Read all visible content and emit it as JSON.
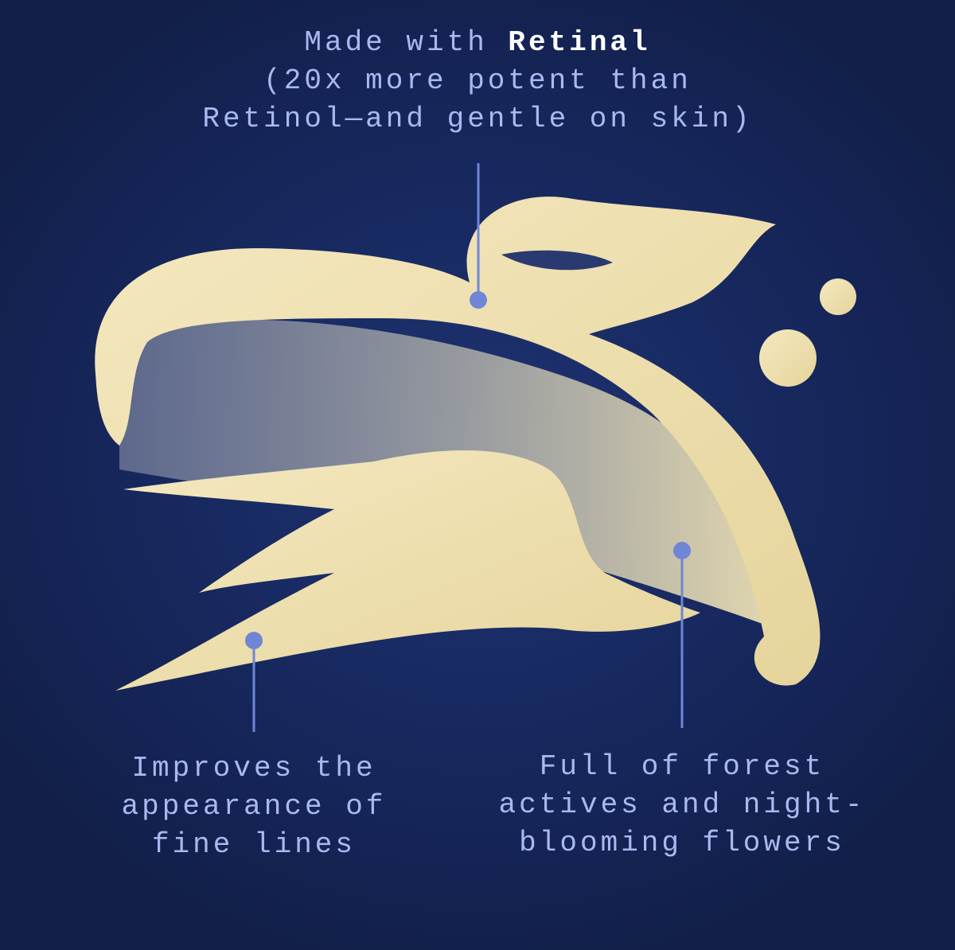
{
  "top_callout": {
    "line1_prefix": "Made with",
    "line1_bold": "Retinal",
    "line2": "(20x more potent than",
    "line3": "Retinol—and gentle on skin)"
  },
  "left_callout": {
    "line1": "Improves the",
    "line2": "appearance of",
    "line3": "fine lines"
  },
  "right_callout": {
    "line1": "Full of forest",
    "line2": "actives and night-",
    "line3": "blooming flowers"
  },
  "colors": {
    "background": "#17285e",
    "text": "#a9b8f0",
    "accent": "#6f86d6",
    "cream": "#efe2b4"
  }
}
